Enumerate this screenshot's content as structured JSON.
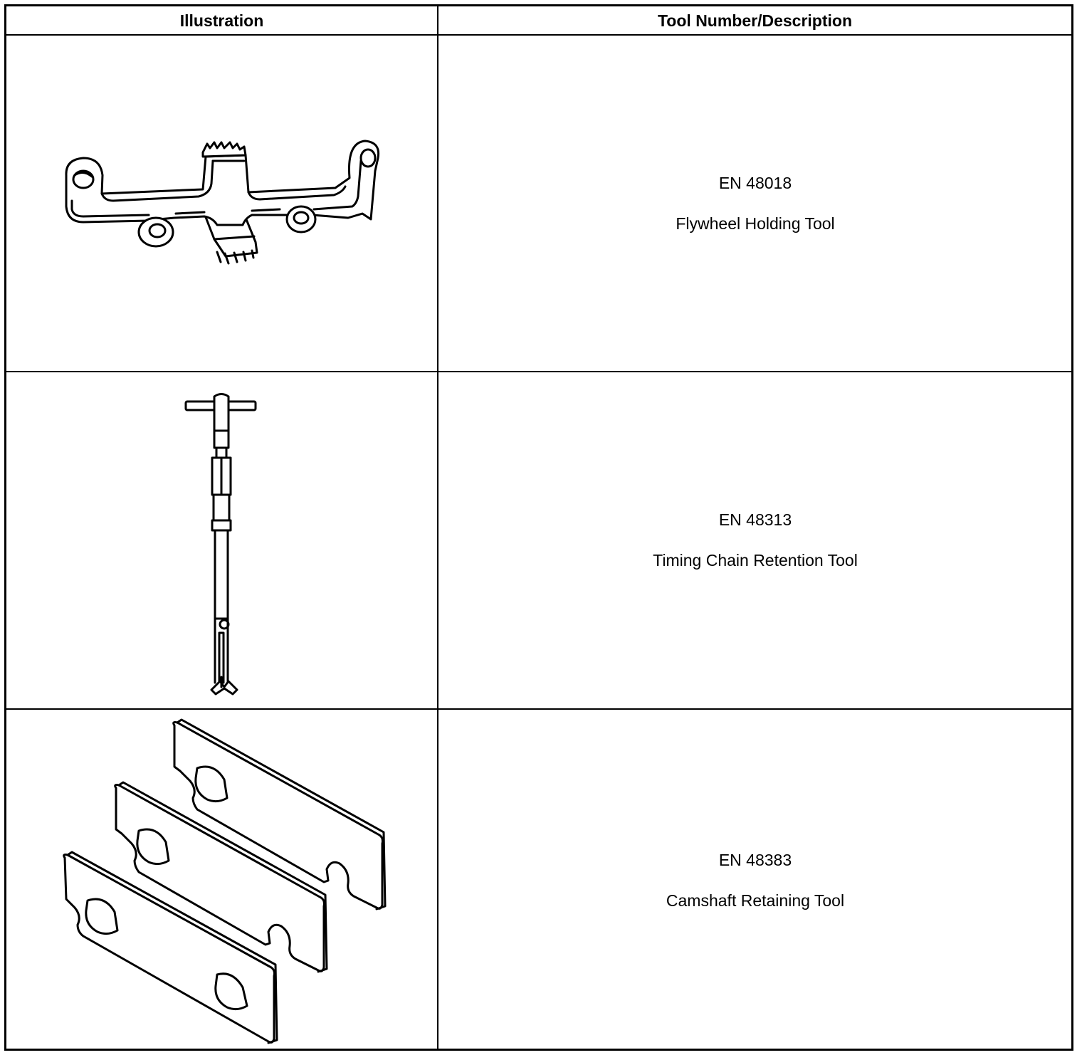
{
  "table": {
    "headers": {
      "illustration": "Illustration",
      "description": "Tool Number/Description"
    },
    "rows": [
      {
        "tool_number": "EN 48018",
        "description": "Flywheel Holding Tool",
        "illustration_icon": "flywheel-holding-tool-icon"
      },
      {
        "tool_number": "EN 48313",
        "description": "Timing Chain Retention Tool",
        "illustration_icon": "timing-chain-retention-tool-icon"
      },
      {
        "tool_number": "EN 48383",
        "description": "Camshaft Retaining Tool",
        "illustration_icon": "camshaft-retaining-tool-icon"
      }
    ]
  }
}
